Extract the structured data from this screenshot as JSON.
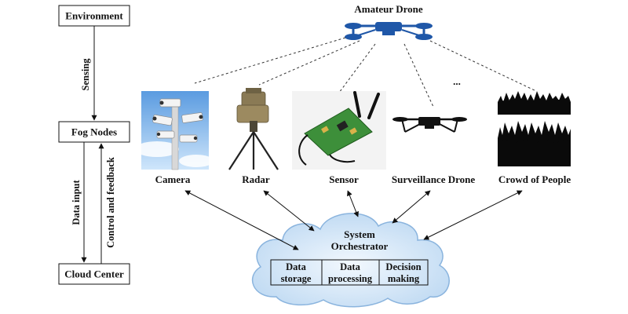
{
  "left_column": {
    "environment": "Environment",
    "fog_nodes": "Fog Nodes",
    "cloud_center": "Cloud Center",
    "sensing": "Sensing",
    "data_input": "Data input",
    "control_feedback": "Control and feedback"
  },
  "drone": {
    "title": "Amateur Drone"
  },
  "ellipsis": "...",
  "devices": {
    "camera": "Camera",
    "radar": "Radar",
    "sensor": "Sensor",
    "surveillance_drone": "Surveillance Drone",
    "crowd": "Crowd of People"
  },
  "orchestrator": {
    "title_line1": "System",
    "title_line2": "Orchestrator",
    "cells": [
      {
        "line1": "Data",
        "line2": "storage"
      },
      {
        "line1": "Data",
        "line2": "processing"
      },
      {
        "line1": "Decision",
        "line2": "making"
      }
    ]
  },
  "colors": {
    "drone_blue": "#1f57a8",
    "cloud_fill": "#cfe4f6",
    "cloud_stroke": "#8ab4de"
  }
}
